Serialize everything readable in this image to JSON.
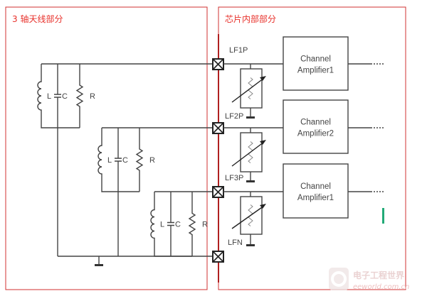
{
  "sections": {
    "antenna": {
      "title": "3 轴天线部分"
    },
    "chip": {
      "title": "芯片内部部分"
    }
  },
  "tanks": [
    {
      "l": "L",
      "c": "C",
      "r": "R"
    },
    {
      "l": "L",
      "c": "C",
      "r": "R"
    },
    {
      "l": "L",
      "c": "C",
      "r": "R"
    }
  ],
  "pins": [
    "LF1P",
    "LF2P",
    "LF3P",
    "LFN"
  ],
  "amplifiers": [
    {
      "line1": "Channel",
      "line2": "Amplifier1"
    },
    {
      "line1": "Channel",
      "line2": "Amplifier2"
    },
    {
      "line1": "Channel",
      "line2": "Amplifier1"
    }
  ],
  "watermark": {
    "cn": "电子工程世界",
    "en": "eeworld.com.cn"
  },
  "colors": {
    "section_border": "#d03030",
    "title": "#e8302a",
    "wire": "#444444",
    "accent_bar": "#22aa77"
  }
}
